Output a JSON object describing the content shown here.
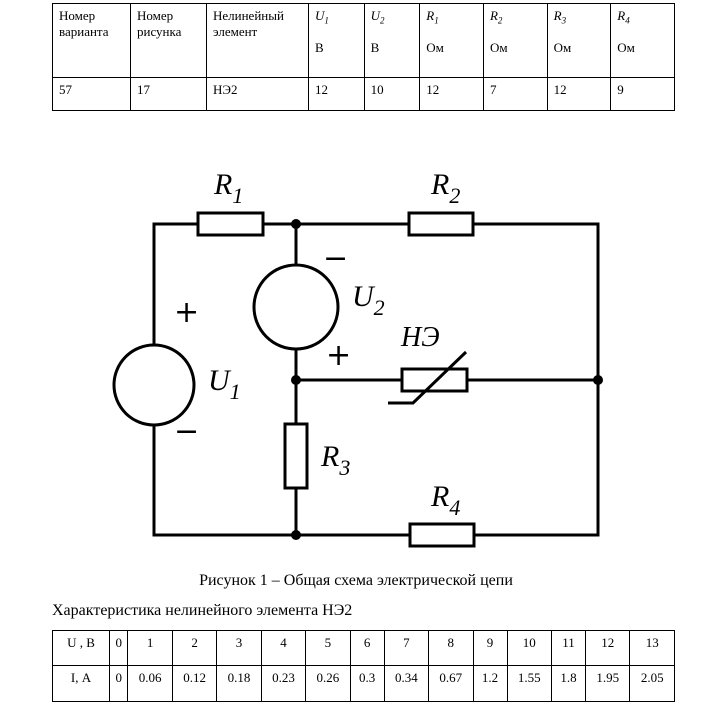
{
  "variant_table": {
    "headers": [
      {
        "line1": "Номер",
        "line2": "варианта"
      },
      {
        "line1": "Номер",
        "line2": "рисунка"
      },
      {
        "line1": "Нелинейный",
        "line2": "элемент"
      },
      {
        "sym": "U",
        "sub": "1",
        "unit": "В"
      },
      {
        "sym": "U",
        "sub": "2",
        "unit": "В"
      },
      {
        "sym": "R",
        "sub": "1",
        "unit": "Ом"
      },
      {
        "sym": "R",
        "sub": "2",
        "unit": "Ом"
      },
      {
        "sym": "R",
        "sub": "3",
        "unit": "Ом"
      },
      {
        "sym": "R",
        "sub": "4",
        "unit": "Ом"
      }
    ],
    "values": [
      "57",
      "17",
      "НЭ2",
      "12",
      "10",
      "12",
      "7",
      "12",
      "9"
    ]
  },
  "circuit": {
    "r1_label": "R",
    "r1_sub": "1",
    "r2_label": "R",
    "r2_sub": "2",
    "r3_label": "R",
    "r3_sub": "3",
    "r4_label": "R",
    "r4_sub": "4",
    "u1_label": "U",
    "u1_sub": "1",
    "u2_label": "U",
    "u2_sub": "2",
    "ne_label": "НЭ",
    "plus": "+",
    "minus": "−"
  },
  "caption": "Рисунок 1 – Общая схема электрической цепи",
  "characteristic": {
    "title": "Характеристика нелинейного элемента НЭ2",
    "u_label": "U , В",
    "i_label": "I, А",
    "u_values": [
      "0",
      "1",
      "2",
      "3",
      "4",
      "5",
      "6",
      "7",
      "8",
      "9",
      "10",
      "11",
      "12",
      "13"
    ],
    "i_values": [
      "0",
      "0.06",
      "0.12",
      "0.18",
      "0.23",
      "0.26",
      "0.3",
      "0.34",
      "0.67",
      "1.2",
      "1.55",
      "1.8",
      "1.95",
      "2.05"
    ]
  }
}
